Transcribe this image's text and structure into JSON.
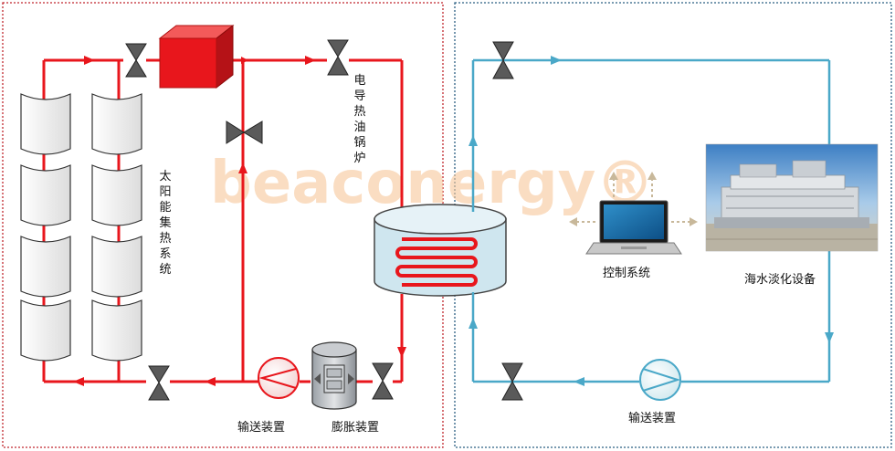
{
  "labels": {
    "solar_system": "太阳能集热系统",
    "boiler": "电导热油锅炉",
    "pump_left": "输送装置",
    "expansion": "膨胀装置",
    "control": "控制系统",
    "desalination": "海水淡化设备",
    "pump_right": "输送装置"
  },
  "watermark": "beaconergy®",
  "colors": {
    "hot_loop": "#e8161c",
    "water_loop": "#4aa8c8",
    "left_border": "#c0262d",
    "right_border": "#2b5f82",
    "watermark": "#f7c79a"
  }
}
